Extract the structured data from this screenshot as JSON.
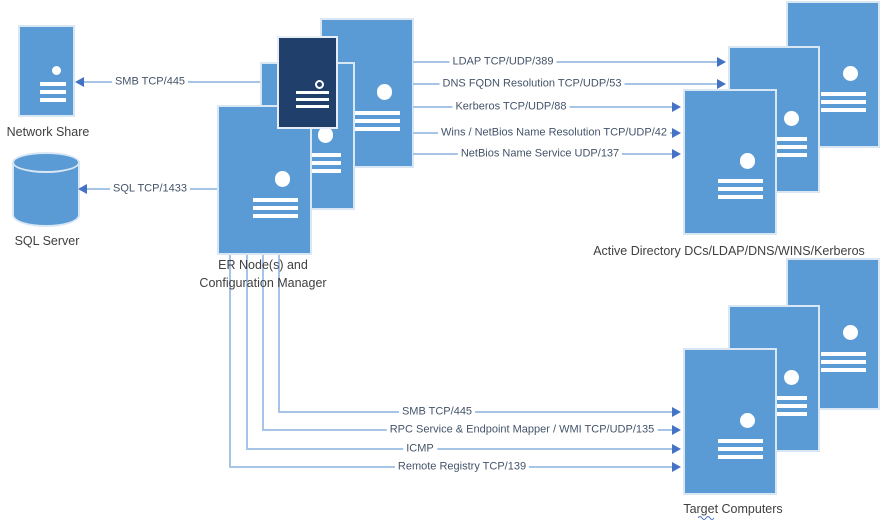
{
  "diagram": {
    "title_implicit": "Configuration Manager network ports diagram",
    "colors": {
      "server_fill": "#5B9BD5",
      "server_dark_fill": "#20406B",
      "shape_outline": "#D9E7F5",
      "connector_line": "#A6C4E6",
      "arrowhead": "#4472C4",
      "connector_label_text": "#44546A",
      "node_label_text": "#404040",
      "background": "#FFFFFF"
    },
    "nodes": {
      "network_share": {
        "label": "Network Share",
        "icon": "server-icon"
      },
      "sql_server": {
        "label": "SQL Server",
        "icon": "database-cylinder-icon"
      },
      "er_nodes": {
        "label_line1": "ER Node(s) and",
        "label_line2": "Configuration Manager",
        "icon": "server-stack-icon",
        "server_count": 4
      },
      "active_directory": {
        "label": "Active Directory DCs/LDAP/DNS/WINS/Kerberos",
        "icon": "server-stack-icon",
        "server_count": 3
      },
      "target_computers": {
        "label": "Target Computers",
        "icon": "server-stack-icon",
        "server_count": 3
      }
    },
    "connections": {
      "smb_share": {
        "label": "SMB TCP/445",
        "from": "er_nodes",
        "to": "network_share"
      },
      "sql": {
        "label": "SQL TCP/1433",
        "from": "er_nodes",
        "to": "sql_server"
      },
      "ldap": {
        "label": "LDAP TCP/UDP/389",
        "from": "er_nodes",
        "to": "active_directory"
      },
      "dns": {
        "label": "DNS FQDN Resolution TCP/UDP/53",
        "from": "er_nodes",
        "to": "active_directory"
      },
      "kerberos": {
        "label": "Kerberos  TCP/UDP/88",
        "from": "er_nodes",
        "to": "active_directory"
      },
      "wins": {
        "label": "Wins / NetBios Name Resolution  TCP/UDP/42",
        "from": "er_nodes",
        "to": "active_directory"
      },
      "netbios": {
        "label": "NetBios Name Service  UDP/137",
        "from": "er_nodes",
        "to": "active_directory"
      },
      "smb_target": {
        "label": "SMB TCP/445",
        "from": "er_nodes",
        "to": "target_computers"
      },
      "rpc": {
        "label": "RPC Service & Endpoint Mapper / WMI TCP/UDP/135",
        "from": "er_nodes",
        "to": "target_computers"
      },
      "icmp": {
        "label": "ICMP",
        "from": "er_nodes",
        "to": "target_computers"
      },
      "remote_registry": {
        "label": "Remote Registry TCP/139",
        "from": "er_nodes",
        "to": "target_computers"
      }
    }
  }
}
